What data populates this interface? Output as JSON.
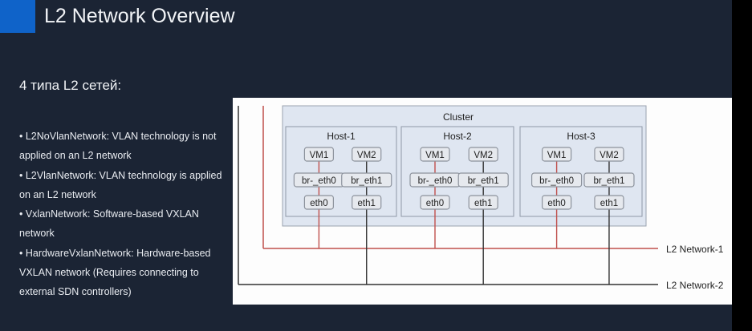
{
  "slide": {
    "title": "L2 Network Overview",
    "subtitle": "4 типа L2 сетей:",
    "bullets": [
      "• L2NoVlanNetwork: VLAN technology is not applied on an L2 network",
      "• L2VlanNetwork: VLAN technology is applied on an L2 network",
      "• VxlanNetwork: Software-based VXLAN network",
      "• HardwareVxlanNetwork: Hardware-based VXLAN network (Requires connecting to external SDN controllers)"
    ]
  },
  "diagram": {
    "cluster_label": "Cluster",
    "hosts": [
      {
        "name": "Host-1",
        "vms": [
          "VM1",
          "VM2"
        ],
        "bridges": [
          "br-_eth0",
          "br_eth1"
        ],
        "nics": [
          "eth0",
          "eth1"
        ]
      },
      {
        "name": "Host-2",
        "vms": [
          "VM1",
          "VM2"
        ],
        "bridges": [
          "br-_eth0",
          "br_eth1"
        ],
        "nics": [
          "eth0",
          "eth1"
        ]
      },
      {
        "name": "Host-3",
        "vms": [
          "VM1",
          "VM2"
        ],
        "bridges": [
          "br-_eth0",
          "br_eth1"
        ],
        "nics": [
          "eth0",
          "eth1"
        ]
      }
    ],
    "networks": [
      {
        "label": "L2 Network-1",
        "color": "#c0504d"
      },
      {
        "label": "L2 Network-2",
        "color": "#333333"
      }
    ]
  },
  "colors": {
    "background": "#1b2434",
    "accent": "#0f63c9",
    "cluster_fill": "#dfe6f1",
    "node_fill": "#e6e9ee"
  }
}
